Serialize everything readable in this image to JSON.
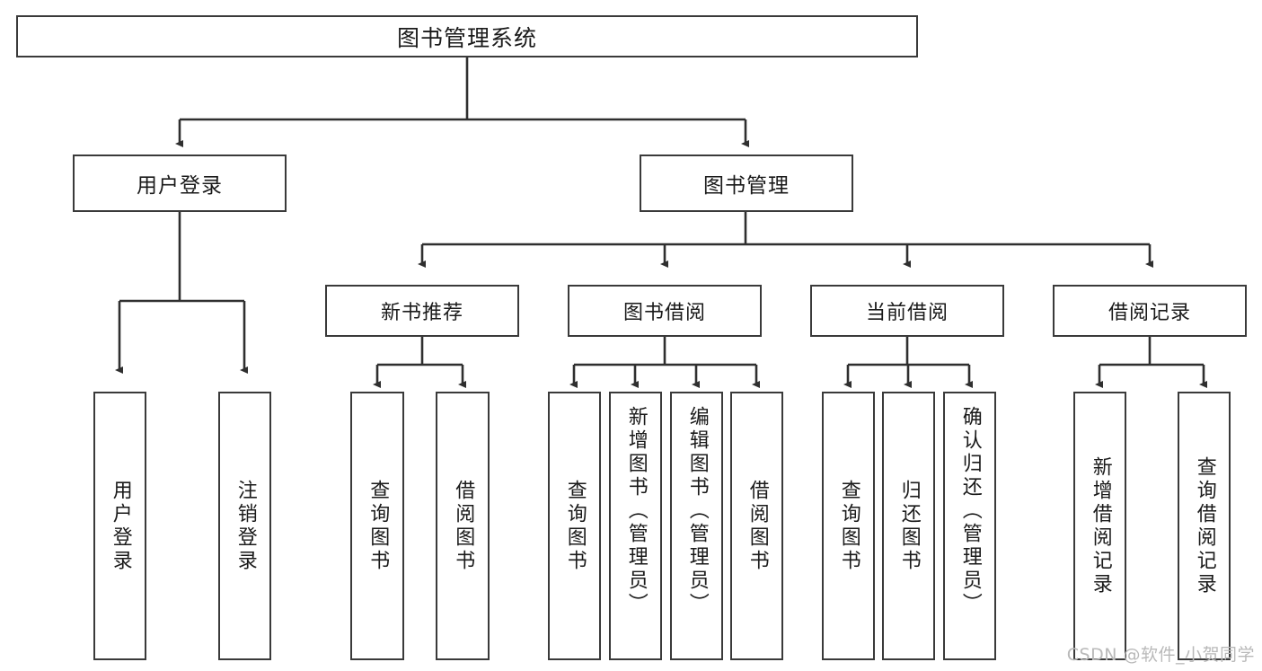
{
  "diagram": {
    "title": "图书管理系统",
    "type": "tree-hierarchy",
    "watermark": "CSDN @软件_小贺同学",
    "colors": {
      "border": "#3a3a3a",
      "background": "#ffffff",
      "text": "#1a1a1a",
      "watermark": "#b9b9b9"
    }
  },
  "root": {
    "label": "图书管理系统"
  },
  "level1": [
    {
      "id": "user-login",
      "label": "用户登录"
    },
    {
      "id": "book-manage",
      "label": "图书管理"
    }
  ],
  "level2": [
    {
      "id": "new-book-recommend",
      "label": "新书推荐",
      "parent": "book-manage"
    },
    {
      "id": "book-borrow",
      "label": "图书借阅",
      "parent": "book-manage"
    },
    {
      "id": "current-borrow",
      "label": "当前借阅",
      "parent": "book-manage"
    },
    {
      "id": "borrow-record",
      "label": "借阅记录",
      "parent": "book-manage"
    }
  ],
  "leaves": {
    "user_login": [
      {
        "id": "leaf-user-login",
        "label": "用户登录"
      },
      {
        "id": "leaf-logout-login",
        "label": "注销登录"
      }
    ],
    "new_book_recommend": [
      {
        "id": "leaf-query-book-1",
        "label": "查询图书"
      },
      {
        "id": "leaf-borrow-book-1",
        "label": "借阅图书"
      }
    ],
    "book_borrow": [
      {
        "id": "leaf-query-book-2",
        "label": "查询图书"
      },
      {
        "id": "leaf-add-book",
        "label": "新增图书（管理员）"
      },
      {
        "id": "leaf-edit-book",
        "label": "编辑图书（管理员）"
      },
      {
        "id": "leaf-borrow-book-2",
        "label": "借阅图书"
      }
    ],
    "current_borrow": [
      {
        "id": "leaf-query-book-3",
        "label": "查询图书"
      },
      {
        "id": "leaf-return-book",
        "label": "归还图书"
      },
      {
        "id": "leaf-confirm-return",
        "label": "确认归还（管理员）"
      }
    ],
    "borrow_record": [
      {
        "id": "leaf-add-borrow-record",
        "label": "新增借阅记录"
      },
      {
        "id": "leaf-query-borrow-record",
        "label": "查询借阅记录"
      }
    ]
  }
}
